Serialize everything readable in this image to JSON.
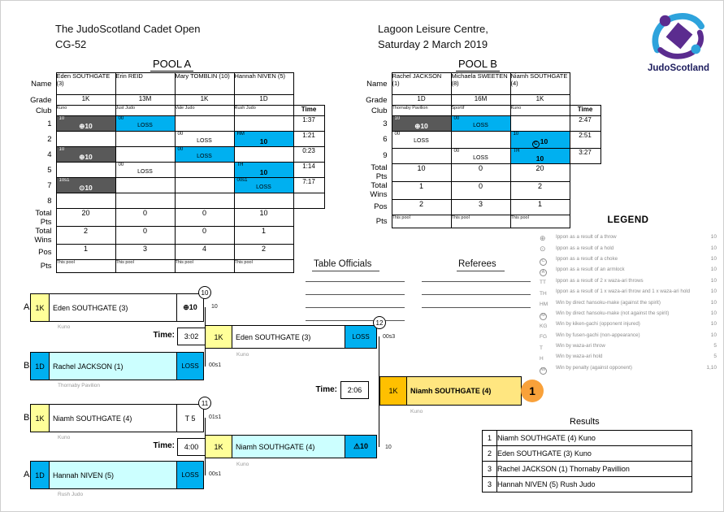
{
  "colors": {
    "winner_dark_cell": "#595959",
    "blocked_cell": "#595959",
    "blue_cell": "#00B0F0",
    "light_blue_cell": "#CCFFFF",
    "pale_yellow_cell": "#FFFF99",
    "final_grade_cell": "#FFC000",
    "winner_name_cell": "#FFE680",
    "place_circle": "#F9A13A",
    "logo_purple": "#5B2C8F",
    "logo_blue": "#2EA3DC"
  },
  "header": {
    "title": "The JudoScotland Cadet Open",
    "event_code": "CG-52",
    "venue": "Lagoon Leisure Centre,",
    "date": "Saturday 2 March 2019",
    "logo_text": "JudoScotland"
  },
  "labels": {
    "name": "Name",
    "grade": "Grade",
    "club": "Club",
    "time": "Time",
    "time_colon": "Time:",
    "total_pts": "Total Pts",
    "total_wins": "Total Wins",
    "pos": "Pos",
    "pts": "Pts",
    "this_pool": "This pool"
  },
  "pool_a": {
    "title": "POOL A",
    "players": [
      {
        "name": "Eden SOUTHGATE (3)",
        "grade": "1K",
        "club": "Kuno"
      },
      {
        "name": "Erin REID",
        "grade": "13M",
        "club": "Just Judo"
      },
      {
        "name": "Mary TOMBLIN (10)",
        "grade": "1K",
        "club": "Vale Judo"
      },
      {
        "name": "Hannah NIVEN (5)",
        "grade": "1D",
        "club": "Rush Judo"
      }
    ],
    "matches": [
      {
        "num": "1",
        "time": "1:37",
        "cells": [
          {
            "sup": "10",
            "main": "⊕10"
          },
          {
            "sup": "00",
            "main": "LOSS"
          },
          {},
          {}
        ]
      },
      {
        "num": "2",
        "time": "1:21",
        "cells": [
          {},
          {},
          {
            "sup": "00",
            "main": "LOSS"
          },
          {
            "sup": "HM",
            "main": "10"
          }
        ]
      },
      {
        "num": "4",
        "time": "0:23",
        "cells": [
          {
            "sup": "10",
            "main": "⊕10"
          },
          {},
          {
            "sup": "00",
            "main": "LOSS"
          },
          {}
        ]
      },
      {
        "num": "5",
        "time": "1:14",
        "cells": [
          {},
          {
            "sup": "00",
            "main": "LOSS"
          },
          {},
          {
            "sup": "TH",
            "main": "10"
          }
        ]
      },
      {
        "num": "7",
        "time": "7:17",
        "cells": [
          {
            "sup": "10s1",
            "main": "⊙10"
          },
          {},
          {},
          {
            "sup": "00s1",
            "main": "LOSS"
          }
        ]
      },
      {
        "num": "8",
        "time": "",
        "cells": [
          {},
          {},
          {},
          {}
        ]
      }
    ],
    "total_pts": [
      "20",
      "0",
      "0",
      "10"
    ],
    "total_wins": [
      "2",
      "0",
      "0",
      "1"
    ],
    "pos": [
      "1",
      "3",
      "4",
      "2"
    ]
  },
  "pool_b": {
    "title": "POOL B",
    "players": [
      {
        "name": "Rachel JACKSON (1)",
        "grade": "1D",
        "club": "Thornaby Pavilion"
      },
      {
        "name": "Michaela SWEETEN (8)",
        "grade": "16M",
        "club": "Sportif"
      },
      {
        "name": "Niamh SOUTHGATE (4)",
        "grade": "1K",
        "club": "Kuno"
      }
    ],
    "matches": [
      {
        "num": "3",
        "time": "2:47",
        "cells": [
          {
            "sup": "10",
            "main": "⊕10"
          },
          {
            "sup": "00",
            "main": "LOSS"
          },
          {}
        ]
      },
      {
        "num": "6",
        "time": "2:51",
        "cells": [
          {
            "sup": "00",
            "main": "LOSS"
          },
          {},
          {
            "sup": "10",
            "icon": "C",
            "main": "10"
          }
        ]
      },
      {
        "num": "9",
        "time": "3:27",
        "cells": [
          {},
          {
            "sup": "00",
            "main": "LOSS"
          },
          {
            "sup": "TH",
            "main": "10"
          }
        ]
      }
    ],
    "total_pts": [
      "10",
      "0",
      "20"
    ],
    "total_wins": [
      "1",
      "0",
      "2"
    ],
    "pos": [
      "2",
      "3",
      "1"
    ]
  },
  "officials": {
    "table_officials_title": "Table Officials",
    "referees_title": "Referees"
  },
  "bracket": {
    "a1": {
      "tag": "A1",
      "grade": "1K",
      "name": "Eden SOUTHGATE (3)",
      "score": "⊕10",
      "match_no": "10",
      "side_score": "10",
      "club": "Kuno"
    },
    "b2": {
      "tag": "B2",
      "grade": "1D",
      "name": "Rachel JACKSON (1)",
      "score": "LOSS",
      "side_score": "00s1",
      "club": "Thornaby Pavilion"
    },
    "b1": {
      "tag": "B1",
      "grade": "1K",
      "name": "Niamh SOUTHGATE (4)",
      "score": "T 5",
      "match_no": "11",
      "side_score": "01s1",
      "club": "Kuno"
    },
    "a2": {
      "tag": "A2",
      "grade": "1D",
      "name": "Hannah NIVEN (5)",
      "score": "LOSS",
      "side_score": "00s1",
      "club": "Rush Judo"
    },
    "sf1_time": "3:02",
    "sf2_time": "4:00",
    "final_time": "2:06",
    "finalist_top": {
      "grade": "1K",
      "name": "Eden SOUTHGATE (3)",
      "score": "LOSS",
      "match_no": "12",
      "side_score": "00s3",
      "club": "Kuno"
    },
    "finalist_bottom": {
      "grade": "1K",
      "name": "Niamh SOUTHGATE (4)",
      "score": "⚠10",
      "side_score": "10",
      "club": "Kuno"
    },
    "champion": {
      "grade": "1K",
      "name": "Niamh SOUTHGATE (4)",
      "place": "1",
      "club": "Kuno"
    }
  },
  "legend": {
    "title": "LEGEND",
    "rows": [
      {
        "icon": "⊕",
        "desc": "Ippon as a result of a throw",
        "pts": "10"
      },
      {
        "icon": "⊙",
        "desc": "Ippon as a result of a hold",
        "pts": "10"
      },
      {
        "icon": "C",
        "desc": "Ippon as a result of a choke",
        "pts": "10"
      },
      {
        "icon": "A",
        "desc": "Ippon as a result of an armlock",
        "pts": "10"
      },
      {
        "icon": "TT",
        "desc": "Ippon as a result of 2 x waza-ari throws",
        "pts": "10"
      },
      {
        "icon": "TH",
        "desc": "Ippon as a result of 1 x waza-ari throw and 1 x waza-ari hold",
        "pts": "10"
      },
      {
        "icon": "HM",
        "desc": "Win by direct hansoku-make (against the spirit)",
        "pts": "10"
      },
      {
        "icon": "M",
        "desc": "Win by direct hansoku-make (not against the spirit)",
        "pts": "10"
      },
      {
        "icon": "KG",
        "desc": "Win by kiken-gachi (opponent injured)",
        "pts": "10"
      },
      {
        "icon": "FG",
        "desc": "Win by fusen-gachi (non-appearance)",
        "pts": "10"
      },
      {
        "icon": "T",
        "desc": "Win by waza-ari throw",
        "pts": "5"
      },
      {
        "icon": "H",
        "desc": "Win by waza-ari hold",
        "pts": "5"
      },
      {
        "icon": "W",
        "desc": "Win by penalty (against opponent)",
        "pts": "1,10"
      }
    ]
  },
  "results": {
    "title": "Results",
    "rows": [
      {
        "place": "1",
        "text": "Niamh SOUTHGATE (4) Kuno"
      },
      {
        "place": "2",
        "text": "Eden SOUTHGATE (3) Kuno"
      },
      {
        "place": "3",
        "text": "Rachel JACKSON (1) Thornaby Pavillion"
      },
      {
        "place": "3",
        "text": "Hannah NIVEN (5) Rush Judo"
      }
    ]
  }
}
